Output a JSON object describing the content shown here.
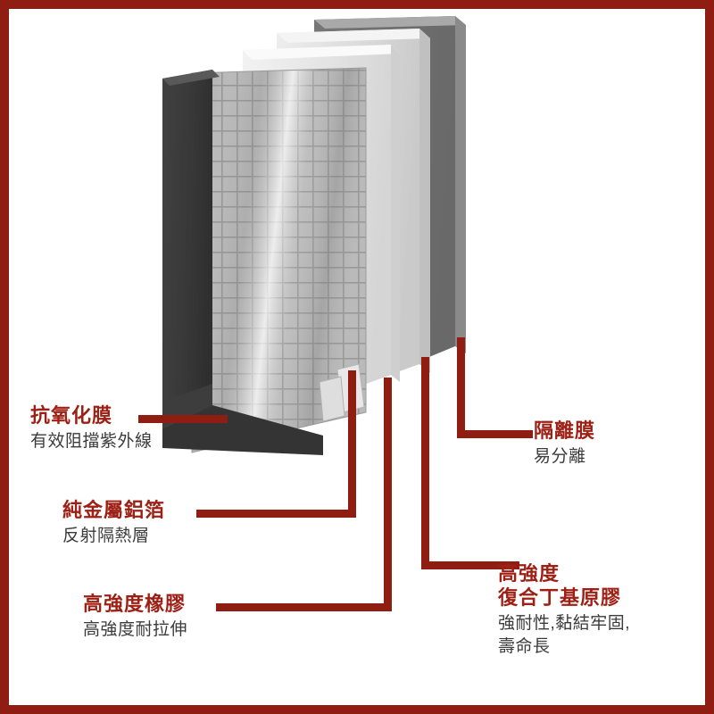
{
  "frame": {
    "border_color": "#8f1d11",
    "background": "#ffffff"
  },
  "diagram": {
    "kind": "exploded-layer-diagram",
    "product": "aluminum-foil-butyl-waterproof-tape",
    "accent_color": "#8f1d11",
    "title_color": "#9e2015",
    "subtitle_color": "#3b3b3b",
    "layers": [
      {
        "name": "anti-oxidation-film",
        "color": "#3a3a3a"
      },
      {
        "name": "metal-aluminum-foil",
        "color": "#b4b4b4"
      },
      {
        "name": "high-strength-rubber",
        "color": "#e9e9e9"
      },
      {
        "name": "butyl-compound-adhesive",
        "color": "#d9d9d9"
      },
      {
        "name": "release-film",
        "color": "#6e6e6e"
      }
    ]
  },
  "callouts": [
    {
      "id": "anti-oxidation-film",
      "title": "抗氧化膜",
      "sub": "有效阻擋紫外線",
      "sub2": ""
    },
    {
      "id": "pure-metal-aluminum-foil",
      "title": "純金屬鋁箔",
      "sub": "反射隔熱層",
      "sub2": ""
    },
    {
      "id": "high-strength-rubber",
      "title": "高強度橡膠",
      "sub": "高強度耐拉伸",
      "sub2": ""
    },
    {
      "id": "release-film",
      "title": "隔離膜",
      "sub": "易分離",
      "sub2": ""
    },
    {
      "id": "butyl-adhesive",
      "title": "高強度",
      "title2": "復合丁基原膠",
      "sub": "強耐性,黏結牢固,",
      "sub2": "壽命長"
    }
  ]
}
